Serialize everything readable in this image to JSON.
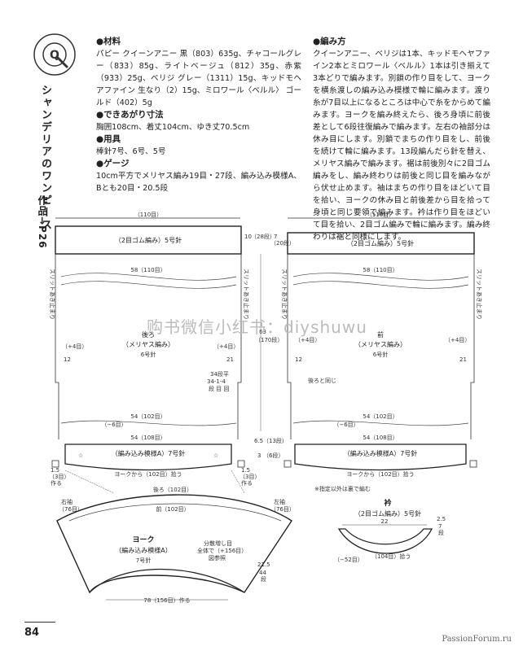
{
  "header": {
    "logo_letter": "Q",
    "title": "シャンデリアのワンピース",
    "work_ref": "作品→P26"
  },
  "materials": {
    "heading": "●材料",
    "text": "パピー クイーンアニー 黒（803）635g、チャコールグレー（833）85g、ライトベージュ（812）35g、赤紫（933）25g、ベリジ グレー（1311）15g、キッドモヘアファイン 生なり（2）15g、ミロワール〈ベルル〉 ゴールド（402）5g"
  },
  "size": {
    "heading": "●できあがり寸法",
    "text": "胸囲108cm、着丈104cm、ゆき丈70.5cm"
  },
  "tools": {
    "heading": "●用具",
    "text": "棒針7号、6号、5号"
  },
  "gauge": {
    "heading": "●ゲージ",
    "text": "10cm平方でメリヤス編み19目・27段、編み込み模様A、Bとも20目・20.5段"
  },
  "method": {
    "heading": "●編み方",
    "text": "クイーンアニー、ベリジは1本、キッドモヘヤファイン2本とミロワール〈ベルル〉1本は引き揃えて3本どりで編みます。別鎖の作り目をして、ヨークを横糸渡しの編み込み模様で輪に編みます。渡り糸が7目以上になるところは中心で糸をからめて編みます。ヨークを編み終えたら、後ろ身頃に前後差として6段往復編みで編みます。左右の袖部分は休み目にします。別鎖でまちの作り目をし、前後を続けて輪に編みます。13段編んだら針を替え、メリヤス編みで編みます。裾は前後別々に2目ゴム編みをし、編み終わりは前後と同じ目を編みながら伏せ止めます。袖はまちの作り目をほどいて目を拾い、ヨークの休み目と前後差から目を拾って身頃と同じ要領で編みます。衿は作り目をほどいて目を拾い、2目ゴム編みで輪に編みます。編み終わりは裾と同様にします。"
  },
  "watermark": "购书微信小红书：diyshuwu",
  "corner_mark": "PassionForum.ru",
  "page_number": "84",
  "diagram": {
    "back": {
      "top_width": "（110目）",
      "rib_label": "（2目ゴム編み）5号針",
      "rib_rows": "10",
      "rib_rows_b": "（28段）",
      "width_58": "58（110目）",
      "name": "後ろ",
      "stitch": "（メリヤス編み）",
      "needle": "6号針",
      "plus4_left": "（+4目）",
      "plus4_right": "（+4目）",
      "dec_rule": "34段平",
      "dec_rule2": "34-1-4",
      "dec_rule3": "段 目 回",
      "length_63": "63",
      "length_170": "（170段）",
      "width_54a": "54（102目）",
      "minus6": "（−6目）",
      "width_54b": "54（108目）",
      "pattern_label": "（編み込み模様A）7号針",
      "h_65": "6.5",
      "h_13": "（13段）",
      "h_3": "3",
      "h_6": "（6段）",
      "side_15": "1.5",
      "side_3": "（3目）",
      "side_pick": "作る",
      "yoke_pick": "ヨークから（102目）拾う",
      "slit": "スリットあき止まり",
      "num_12": "12",
      "num_21": "21"
    },
    "front": {
      "top_width": "（110目）",
      "rib_label": "（2目ゴム編み）5号針",
      "rib_rows": "7",
      "rib_rows_b": "（20段）",
      "width_58": "58（110目）",
      "name": "前",
      "stitch": "（メリヤス編み）",
      "needle": "6号針",
      "same_as_back": "後ろと同じ",
      "width_54a": "54（102目）",
      "minus6": "（−6目）",
      "width_54b": "54（108目）",
      "pattern_label": "（編み込み模様A）7号針",
      "yoke_pick": "ヨークから（102目）拾う",
      "note": "※指定以外は裏で編む"
    },
    "yoke": {
      "back_label": "後ろ（102目）",
      "front_label": "前（102目）",
      "right_sleeve": "右袖",
      "right_sleeve_n": "（76目）",
      "left_sleeve": "左袖",
      "left_sleeve_n": "（76目）",
      "name": "ヨーク",
      "pattern": "（編み込み模様A）",
      "needle": "7号針",
      "inc1": "分散増し目",
      "inc2": "全体で（+156目）",
      "inc3": "図参照",
      "depth": "21.5",
      "depth_rows": "44",
      "depth_rows_b": "段",
      "bottom": "78（156目）作る"
    },
    "collar": {
      "name": "衿",
      "rib": "（2目ゴム編み）5号針",
      "w22": "22",
      "h25": "2.5",
      "h7": "7",
      "rows": "段",
      "minus52": "（−52目）",
      "pick": "（104目）拾う"
    }
  }
}
